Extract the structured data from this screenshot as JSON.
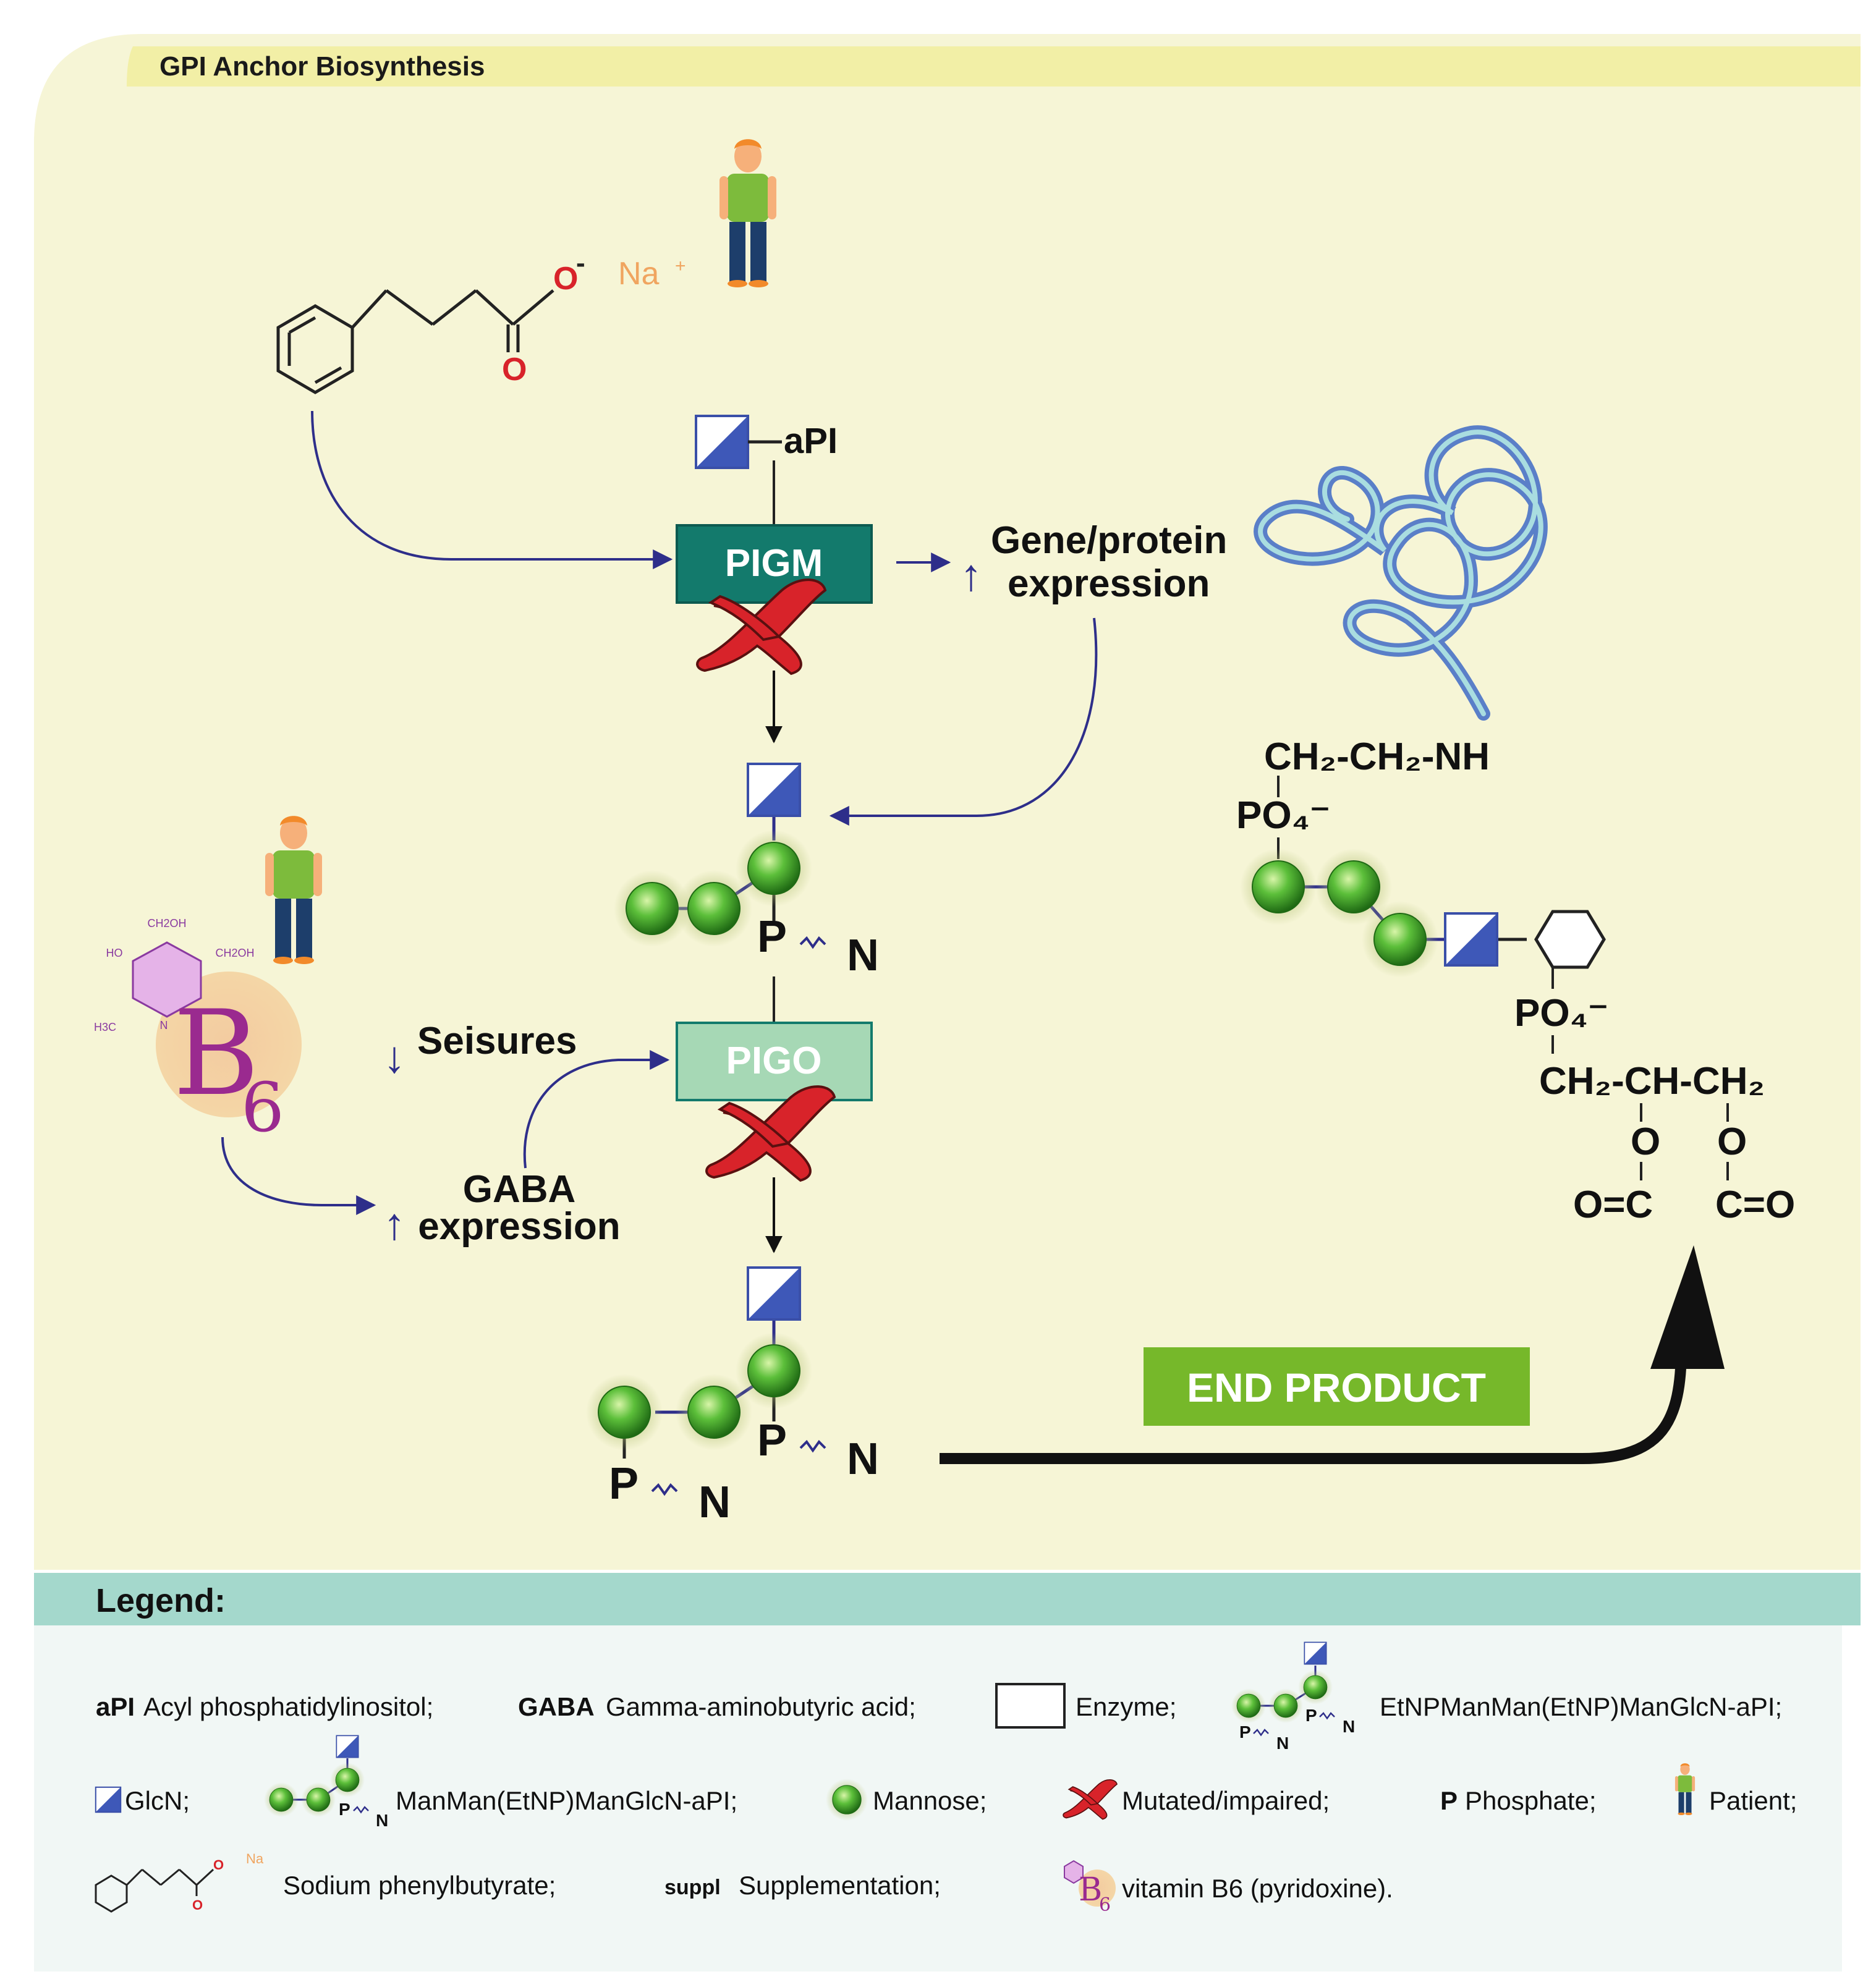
{
  "panel": {
    "title": "GPI Anchor Biosynthesis",
    "background_color": "#f6f5d6",
    "title_bar_color": "#f2efa6"
  },
  "substrate": {
    "glcn_label": "aPI"
  },
  "enzymes": {
    "pigm_label": "PIGM",
    "pigm_color": "#137a6c",
    "pigo_label": "PIGO",
    "pigo_color": "#a6d8b5"
  },
  "drug": {
    "ion_label": "Na",
    "ion_charge": "+",
    "carboxyl_o": "O",
    "carboxyl_charge": "-",
    "carbonyl_o": "O"
  },
  "effects": {
    "gene_arrow": "↑",
    "gene_line1": "Gene/protein",
    "gene_line2": "expression",
    "seizure_arrow": "↓",
    "seizure_label": "Seisures",
    "gaba_arrow": "↑",
    "gaba_line1": "GABA",
    "gaba_line2": "expression"
  },
  "vitamin": {
    "b6_letter": "B",
    "b6_sub": "6",
    "groups": [
      "CH2OH",
      "HO",
      "CH2OH",
      "H3C",
      "N"
    ]
  },
  "glycan": {
    "phosphate": "P",
    "ethanolamine": "N"
  },
  "end_product": {
    "label": "END PRODUCT",
    "label_color": "#76b82a",
    "ch2_ch2_nh": "CH₂-CH₂-NH",
    "po4_top": "PO₄⁻",
    "po4_bottom": "PO₄⁻",
    "glycerol": "CH₂-CH-CH₂",
    "o_left": "O",
    "o_right": "O",
    "ester_left": "O=C",
    "ester_right": "C=O"
  },
  "legend": {
    "heading": "Legend:",
    "header_color": "#a4d8cc",
    "api_abbr": "aPI",
    "api_text": "Acyl phosphatidylinositol;",
    "gaba_abbr": "GABA",
    "gaba_text": "Gamma-aminobutyric acid;",
    "enzyme_text": "Enzyme;",
    "full_glycan_text": "EtNPManMan(EtNP)ManGlcN-aPI;",
    "glcn_text": "GlcN;",
    "partial_glycan_text": "ManMan(EtNP)ManGlcN-aPI;",
    "mannose_text": "Mannose;",
    "mutated_text": "Mutated/impaired;",
    "phosphate_abbr": "P",
    "phosphate_text": "Phosphate;",
    "patient_text": "Patient;",
    "sodium_text": "Sodium phenylbutyrate;",
    "suppl_abbr": "suppl",
    "suppl_text": "Supplementation;",
    "vitamin_text": "vitamin B6 (pyridoxine)."
  }
}
